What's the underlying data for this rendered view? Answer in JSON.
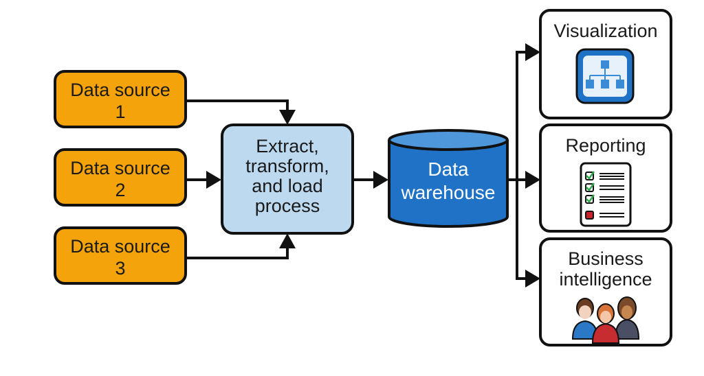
{
  "diagram": {
    "sources": [
      {
        "line1": "Data source",
        "line2": "1"
      },
      {
        "line1": "Data source",
        "line2": "2"
      },
      {
        "line1": "Data source",
        "line2": "3"
      }
    ],
    "etl": {
      "lines": [
        "Extract,",
        "transform,",
        "and load",
        "process"
      ]
    },
    "warehouse": {
      "line1": "Data",
      "line2": "warehouse"
    },
    "outputs": {
      "visualization": {
        "title": "Visualization",
        "icon": "hierarchy-chart-icon"
      },
      "reporting": {
        "title": "Reporting",
        "icon": "checklist-icon"
      },
      "bi": {
        "line1": "Business",
        "line2": "intelligence",
        "icon": "people-group-icon"
      }
    },
    "colors": {
      "source_fill": "#F5A30A",
      "etl_fill": "#BDD9F0",
      "warehouse_fill": "#1F72C6",
      "warehouse_top": "#4E97DA",
      "outline": "#111111",
      "check_green": "#2EA84A",
      "cross_red": "#C8222A"
    }
  }
}
